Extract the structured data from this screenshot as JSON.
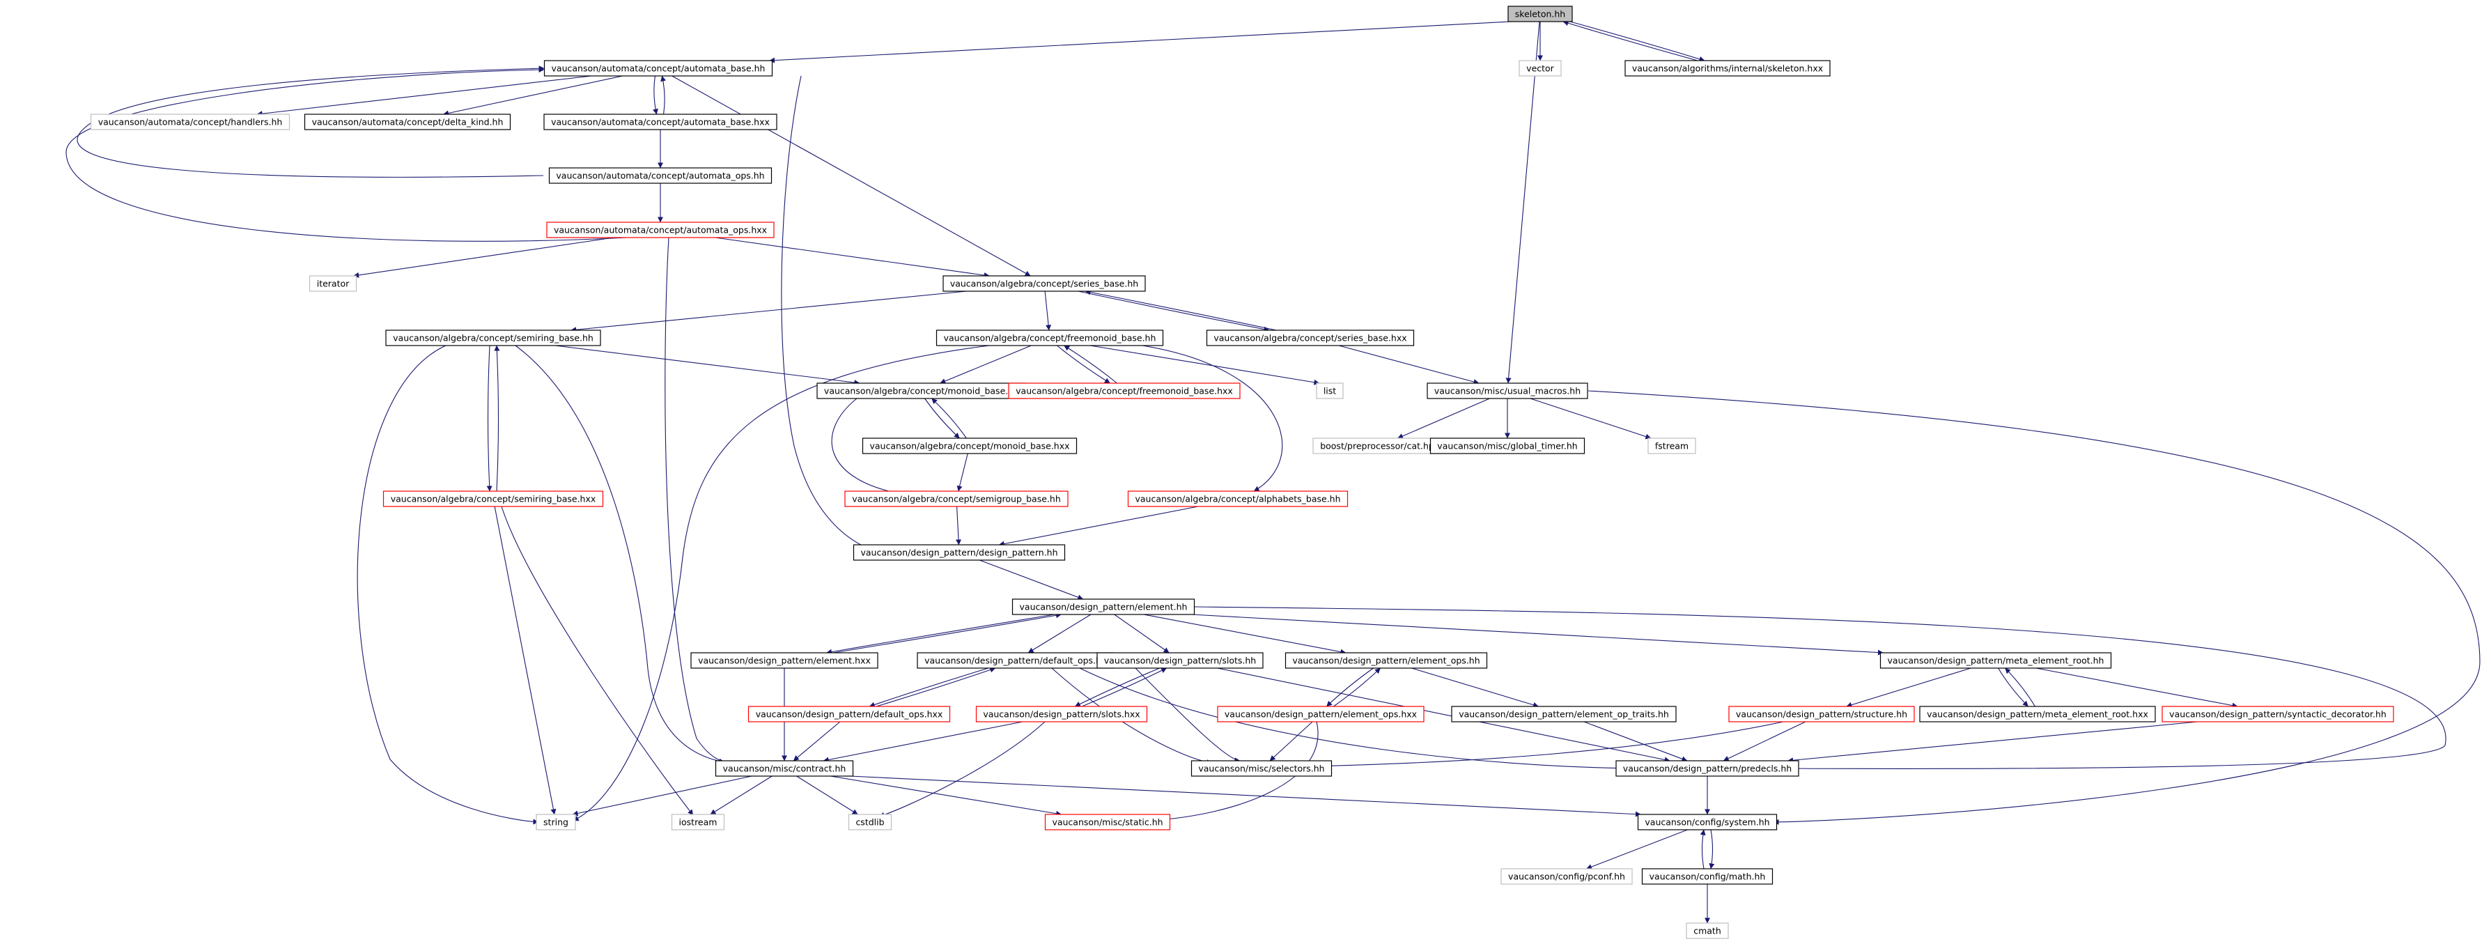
{
  "colors": {
    "edge": "#191970",
    "border_default": "#000000",
    "border_undocumented": "#bfbfbf",
    "border_truncated": "#ff0000",
    "root_fill": "#bfbfbf"
  },
  "nodes": [
    {
      "id": "skeleton_hh",
      "label": "skeleton.hh",
      "kind": "root"
    },
    {
      "id": "automata_base_hh",
      "label": "vaucanson/automata/concept/automata_base.hh",
      "kind": "default"
    },
    {
      "id": "vector",
      "label": "vector",
      "kind": "undocumented"
    },
    {
      "id": "internal_skeleton_hxx",
      "label": "vaucanson/algorithms/internal/skeleton.hxx",
      "kind": "default"
    },
    {
      "id": "handlers_hh",
      "label": "vaucanson/automata/concept/handlers.hh",
      "kind": "undocumented"
    },
    {
      "id": "delta_kind_hh",
      "label": "vaucanson/automata/concept/delta_kind.hh",
      "kind": "default"
    },
    {
      "id": "automata_base_hxx",
      "label": "vaucanson/automata/concept/automata_base.hxx",
      "kind": "default"
    },
    {
      "id": "automata_ops_hh",
      "label": "vaucanson/automata/concept/automata_ops.hh",
      "kind": "default"
    },
    {
      "id": "automata_ops_hxx",
      "label": "vaucanson/automata/concept/automata_ops.hxx",
      "kind": "truncated"
    },
    {
      "id": "iterator",
      "label": "iterator",
      "kind": "undocumented"
    },
    {
      "id": "series_base_hh",
      "label": "vaucanson/algebra/concept/series_base.hh",
      "kind": "default"
    },
    {
      "id": "semiring_base_hh",
      "label": "vaucanson/algebra/concept/semiring_base.hh",
      "kind": "default"
    },
    {
      "id": "freemonoid_base_hh",
      "label": "vaucanson/algebra/concept/freemonoid_base.hh",
      "kind": "default"
    },
    {
      "id": "series_base_hxx",
      "label": "vaucanson/algebra/concept/series_base.hxx",
      "kind": "default"
    },
    {
      "id": "monoid_base_hh",
      "label": "vaucanson/algebra/concept/monoid_base.hh",
      "kind": "default"
    },
    {
      "id": "freemonoid_base_hxx",
      "label": "vaucanson/algebra/concept/freemonoid_base.hxx",
      "kind": "truncated"
    },
    {
      "id": "list",
      "label": "list",
      "kind": "undocumented"
    },
    {
      "id": "usual_macros_hh",
      "label": "vaucanson/misc/usual_macros.hh",
      "kind": "default"
    },
    {
      "id": "monoid_base_hxx",
      "label": "vaucanson/algebra/concept/monoid_base.hxx",
      "kind": "default"
    },
    {
      "id": "cat_hpp",
      "label": "boost/preprocessor/cat.hpp",
      "kind": "undocumented"
    },
    {
      "id": "global_timer_hh",
      "label": "vaucanson/misc/global_timer.hh",
      "kind": "default"
    },
    {
      "id": "fstream",
      "label": "fstream",
      "kind": "undocumented"
    },
    {
      "id": "semiring_base_hxx",
      "label": "vaucanson/algebra/concept/semiring_base.hxx",
      "kind": "truncated"
    },
    {
      "id": "semigroup_base_hh",
      "label": "vaucanson/algebra/concept/semigroup_base.hh",
      "kind": "truncated"
    },
    {
      "id": "alphabets_base_hh",
      "label": "vaucanson/algebra/concept/alphabets_base.hh",
      "kind": "truncated"
    },
    {
      "id": "design_pattern_hh",
      "label": "vaucanson/design_pattern/design_pattern.hh",
      "kind": "default"
    },
    {
      "id": "element_hh",
      "label": "vaucanson/design_pattern/element.hh",
      "kind": "default"
    },
    {
      "id": "element_hxx",
      "label": "vaucanson/design_pattern/element.hxx",
      "kind": "default"
    },
    {
      "id": "default_ops_hh",
      "label": "vaucanson/design_pattern/default_ops.hh",
      "kind": "default"
    },
    {
      "id": "slots_hh",
      "label": "vaucanson/design_pattern/slots.hh",
      "kind": "default"
    },
    {
      "id": "element_ops_hh",
      "label": "vaucanson/design_pattern/element_ops.hh",
      "kind": "default"
    },
    {
      "id": "meta_element_root_hh",
      "label": "vaucanson/design_pattern/meta_element_root.hh",
      "kind": "default"
    },
    {
      "id": "default_ops_hxx",
      "label": "vaucanson/design_pattern/default_ops.hxx",
      "kind": "truncated"
    },
    {
      "id": "slots_hxx",
      "label": "vaucanson/design_pattern/slots.hxx",
      "kind": "truncated"
    },
    {
      "id": "element_ops_hxx",
      "label": "vaucanson/design_pattern/element_ops.hxx",
      "kind": "truncated"
    },
    {
      "id": "element_op_traits_hh",
      "label": "vaucanson/design_pattern/element_op_traits.hh",
      "kind": "default"
    },
    {
      "id": "structure_hh",
      "label": "vaucanson/design_pattern/structure.hh",
      "kind": "truncated"
    },
    {
      "id": "meta_element_root_hxx",
      "label": "vaucanson/design_pattern/meta_element_root.hxx",
      "kind": "default"
    },
    {
      "id": "syntactic_decorator_hh",
      "label": "vaucanson/design_pattern/syntactic_decorator.hh",
      "kind": "truncated"
    },
    {
      "id": "contract_hh",
      "label": "vaucanson/misc/contract.hh",
      "kind": "default"
    },
    {
      "id": "selectors_hh",
      "label": "vaucanson/misc/selectors.hh",
      "kind": "default"
    },
    {
      "id": "predecls_hh",
      "label": "vaucanson/design_pattern/predecls.hh",
      "kind": "default"
    },
    {
      "id": "string",
      "label": "string",
      "kind": "undocumented"
    },
    {
      "id": "iostream",
      "label": "iostream",
      "kind": "undocumented"
    },
    {
      "id": "cstdlib",
      "label": "cstdlib",
      "kind": "undocumented"
    },
    {
      "id": "static_hh",
      "label": "vaucanson/misc/static.hh",
      "kind": "truncated"
    },
    {
      "id": "system_hh",
      "label": "vaucanson/config/system.hh",
      "kind": "default"
    },
    {
      "id": "pconf_hh",
      "label": "vaucanson/config/pconf.hh",
      "kind": "undocumented"
    },
    {
      "id": "math_hh",
      "label": "vaucanson/config/math.hh",
      "kind": "default"
    },
    {
      "id": "cmath",
      "label": "cmath",
      "kind": "undocumented"
    }
  ],
  "edges": [
    [
      "skeleton_hh",
      "automata_base_hh"
    ],
    [
      "skeleton_hh",
      "vector"
    ],
    [
      "skeleton_hh",
      "internal_skeleton_hxx"
    ],
    [
      "internal_skeleton_hxx",
      "skeleton_hh"
    ],
    [
      "skeleton_hh",
      "usual_macros_hh"
    ],
    [
      "automata_base_hh",
      "handlers_hh"
    ],
    [
      "automata_base_hh",
      "delta_kind_hh"
    ],
    [
      "automata_base_hh",
      "automata_base_hxx"
    ],
    [
      "automata_base_hxx",
      "automata_base_hh"
    ],
    [
      "automata_base_hh",
      "series_base_hh"
    ],
    [
      "automata_base_hh",
      "design_pattern_hh"
    ],
    [
      "automata_base_hxx",
      "automata_ops_hh"
    ],
    [
      "automata_ops_hh",
      "automata_base_hh"
    ],
    [
      "automata_ops_hh",
      "automata_ops_hxx"
    ],
    [
      "automata_ops_hxx",
      "automata_base_hh"
    ],
    [
      "automata_ops_hxx",
      "iterator"
    ],
    [
      "automata_ops_hxx",
      "series_base_hh"
    ],
    [
      "automata_ops_hxx",
      "contract_hh"
    ],
    [
      "series_base_hh",
      "semiring_base_hh"
    ],
    [
      "series_base_hh",
      "freemonoid_base_hh"
    ],
    [
      "series_base_hh",
      "series_base_hxx"
    ],
    [
      "series_base_hxx",
      "series_base_hh"
    ],
    [
      "series_base_hxx",
      "usual_macros_hh"
    ],
    [
      "semiring_base_hh",
      "monoid_base_hh"
    ],
    [
      "semiring_base_hh",
      "semiring_base_hxx"
    ],
    [
      "semiring_base_hxx",
      "semiring_base_hh"
    ],
    [
      "semiring_base_hh",
      "contract_hh"
    ],
    [
      "semiring_base_hh",
      "string"
    ],
    [
      "semiring_base_hxx",
      "string"
    ],
    [
      "semiring_base_hxx",
      "iostream"
    ],
    [
      "freemonoid_base_hh",
      "monoid_base_hh"
    ],
    [
      "freemonoid_base_hh",
      "freemonoid_base_hxx"
    ],
    [
      "freemonoid_base_hxx",
      "freemonoid_base_hh"
    ],
    [
      "freemonoid_base_hh",
      "list"
    ],
    [
      "freemonoid_base_hh",
      "alphabets_base_hh"
    ],
    [
      "freemonoid_base_hh",
      "string"
    ],
    [
      "monoid_base_hh",
      "monoid_base_hxx"
    ],
    [
      "monoid_base_hxx",
      "monoid_base_hh"
    ],
    [
      "monoid_base_hh",
      "semigroup_base_hh"
    ],
    [
      "monoid_base_hxx",
      "semigroup_base_hh"
    ],
    [
      "semigroup_base_hh",
      "design_pattern_hh"
    ],
    [
      "alphabets_base_hh",
      "design_pattern_hh"
    ],
    [
      "usual_macros_hh",
      "cat_hpp"
    ],
    [
      "usual_macros_hh",
      "global_timer_hh"
    ],
    [
      "usual_macros_hh",
      "fstream"
    ],
    [
      "usual_macros_hh",
      "system_hh"
    ],
    [
      "design_pattern_hh",
      "element_hh"
    ],
    [
      "element_hh",
      "element_hxx"
    ],
    [
      "element_hxx",
      "element_hh"
    ],
    [
      "element_hh",
      "default_ops_hh"
    ],
    [
      "element_hh",
      "slots_hh"
    ],
    [
      "element_hh",
      "element_ops_hh"
    ],
    [
      "element_hh",
      "meta_element_root_hh"
    ],
    [
      "element_hh",
      "predecls_hh"
    ],
    [
      "element_hxx",
      "contract_hh"
    ],
    [
      "default_ops_hh",
      "default_ops_hxx"
    ],
    [
      "default_ops_hxx",
      "default_ops_hh"
    ],
    [
      "default_ops_hh",
      "selectors_hh"
    ],
    [
      "default_ops_hh",
      "predecls_hh"
    ],
    [
      "default_ops_hxx",
      "contract_hh"
    ],
    [
      "slots_hh",
      "slots_hxx"
    ],
    [
      "slots_hxx",
      "slots_hh"
    ],
    [
      "slots_hh",
      "predecls_hh"
    ],
    [
      "slots_hh",
      "selectors_hh"
    ],
    [
      "slots_hxx",
      "contract_hh"
    ],
    [
      "slots_hxx",
      "cstdlib"
    ],
    [
      "element_ops_hh",
      "element_ops_hxx"
    ],
    [
      "element_ops_hxx",
      "element_ops_hh"
    ],
    [
      "element_ops_hh",
      "element_op_traits_hh"
    ],
    [
      "element_ops_hxx",
      "selectors_hh"
    ],
    [
      "element_ops_hxx",
      "static_hh"
    ],
    [
      "element_op_traits_hh",
      "predecls_hh"
    ],
    [
      "meta_element_root_hh",
      "structure_hh"
    ],
    [
      "meta_element_root_hh",
      "meta_element_root_hxx"
    ],
    [
      "meta_element_root_hxx",
      "meta_element_root_hh"
    ],
    [
      "meta_element_root_hh",
      "syntactic_decorator_hh"
    ],
    [
      "structure_hh",
      "predecls_hh"
    ],
    [
      "structure_hh",
      "selectors_hh"
    ],
    [
      "syntactic_decorator_hh",
      "predecls_hh"
    ],
    [
      "predecls_hh",
      "system_hh"
    ],
    [
      "contract_hh",
      "string"
    ],
    [
      "contract_hh",
      "iostream"
    ],
    [
      "contract_hh",
      "cstdlib"
    ],
    [
      "contract_hh",
      "static_hh"
    ],
    [
      "contract_hh",
      "system_hh"
    ],
    [
      "system_hh",
      "pconf_hh"
    ],
    [
      "system_hh",
      "math_hh"
    ],
    [
      "math_hh",
      "system_hh"
    ],
    [
      "math_hh",
      "cmath"
    ]
  ]
}
